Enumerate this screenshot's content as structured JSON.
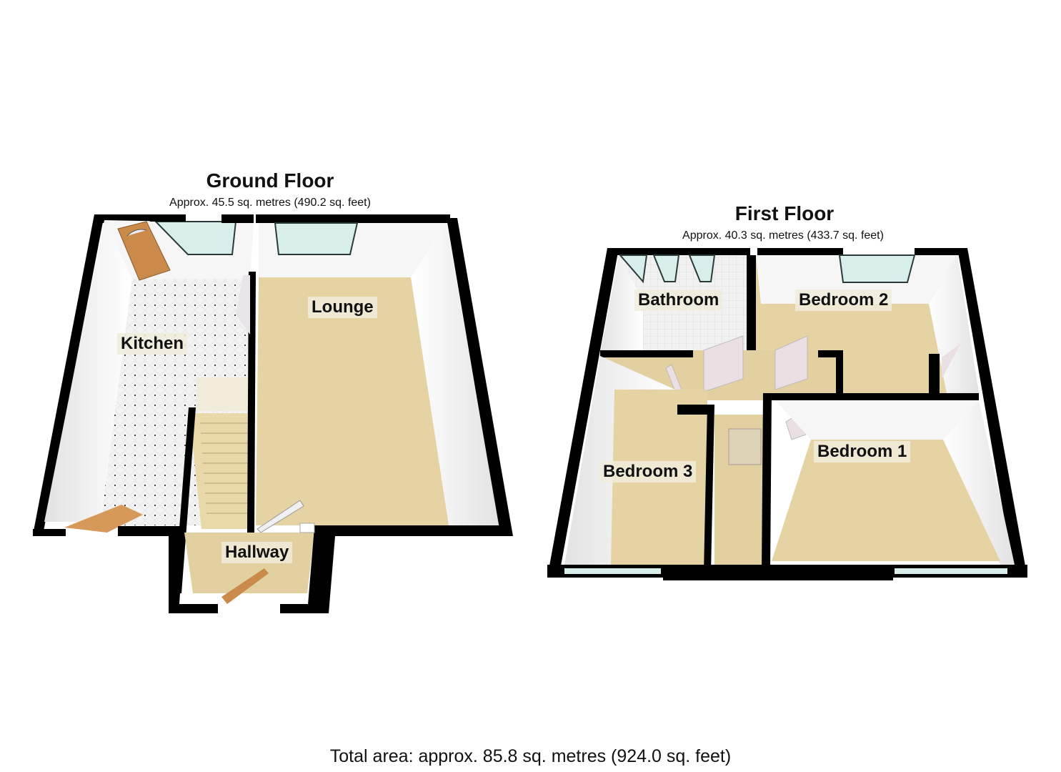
{
  "ground_floor": {
    "title": "Ground Floor",
    "area": "Approx. 45.5 sq. metres (490.2 sq. feet)",
    "rooms": [
      {
        "name": "Kitchen"
      },
      {
        "name": "Lounge"
      },
      {
        "name": "Hallway"
      }
    ]
  },
  "first_floor": {
    "title": "First Floor",
    "area": "Approx. 40.3 sq. metres (433.7 sq. feet)",
    "rooms": [
      {
        "name": "Bathroom"
      },
      {
        "name": "Bedroom 2"
      },
      {
        "name": "Bedroom 1"
      },
      {
        "name": "Bedroom 3"
      }
    ]
  },
  "total_area": "Total area: approx. 85.8 sq. metres (924.0 sq. feet)",
  "colors": {
    "wall": "#000000",
    "wall_face": "#f4f4f4",
    "carpet": "#e6d3a4",
    "tile": "#f3f3f3",
    "window": "#d8eeea",
    "door_wood": "#c98a4a",
    "door_white": "#eadfe3"
  }
}
